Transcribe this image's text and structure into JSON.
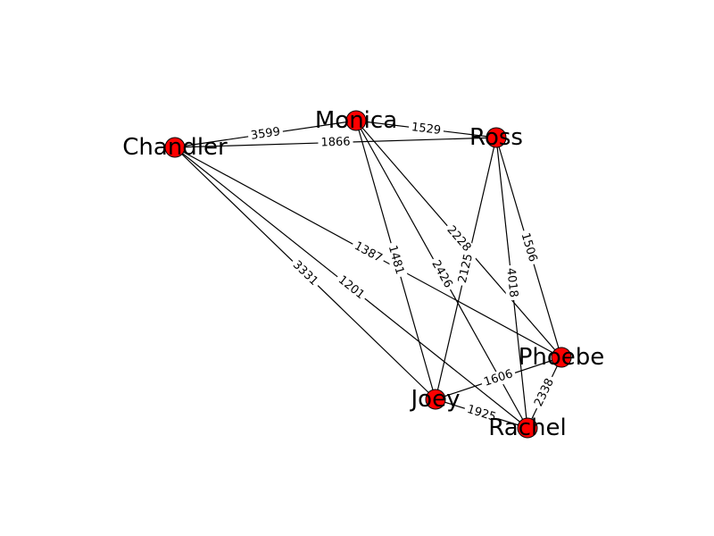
{
  "graph": {
    "colors": {
      "node": "#ff0000",
      "edge": "#000000",
      "background": "#ffffff"
    },
    "nodes": [
      {
        "id": "chandler",
        "label": "Chandler"
      },
      {
        "id": "monica",
        "label": "Monica"
      },
      {
        "id": "ross",
        "label": "Ross"
      },
      {
        "id": "phoebe",
        "label": "Phoebe"
      },
      {
        "id": "joey",
        "label": "Joey"
      },
      {
        "id": "rachel",
        "label": "Rachel"
      }
    ],
    "edges": [
      {
        "source": "chandler",
        "target": "monica",
        "weight": "3599"
      },
      {
        "source": "chandler",
        "target": "ross",
        "weight": "1866"
      },
      {
        "source": "chandler",
        "target": "phoebe",
        "weight": "1387"
      },
      {
        "source": "chandler",
        "target": "joey",
        "weight": "3331"
      },
      {
        "source": "chandler",
        "target": "rachel",
        "weight": "1201"
      },
      {
        "source": "monica",
        "target": "ross",
        "weight": "1529"
      },
      {
        "source": "monica",
        "target": "joey",
        "weight": "1481"
      },
      {
        "source": "monica",
        "target": "rachel",
        "weight": "2426"
      },
      {
        "source": "monica",
        "target": "phoebe",
        "weight": "2228"
      },
      {
        "source": "ross",
        "target": "joey",
        "weight": "2125"
      },
      {
        "source": "ross",
        "target": "rachel",
        "weight": "4018"
      },
      {
        "source": "ross",
        "target": "phoebe",
        "weight": "1506"
      },
      {
        "source": "joey",
        "target": "phoebe",
        "weight": "1606"
      },
      {
        "source": "joey",
        "target": "rachel",
        "weight": "1925"
      },
      {
        "source": "phoebe",
        "target": "rachel",
        "weight": "2338"
      }
    ]
  }
}
